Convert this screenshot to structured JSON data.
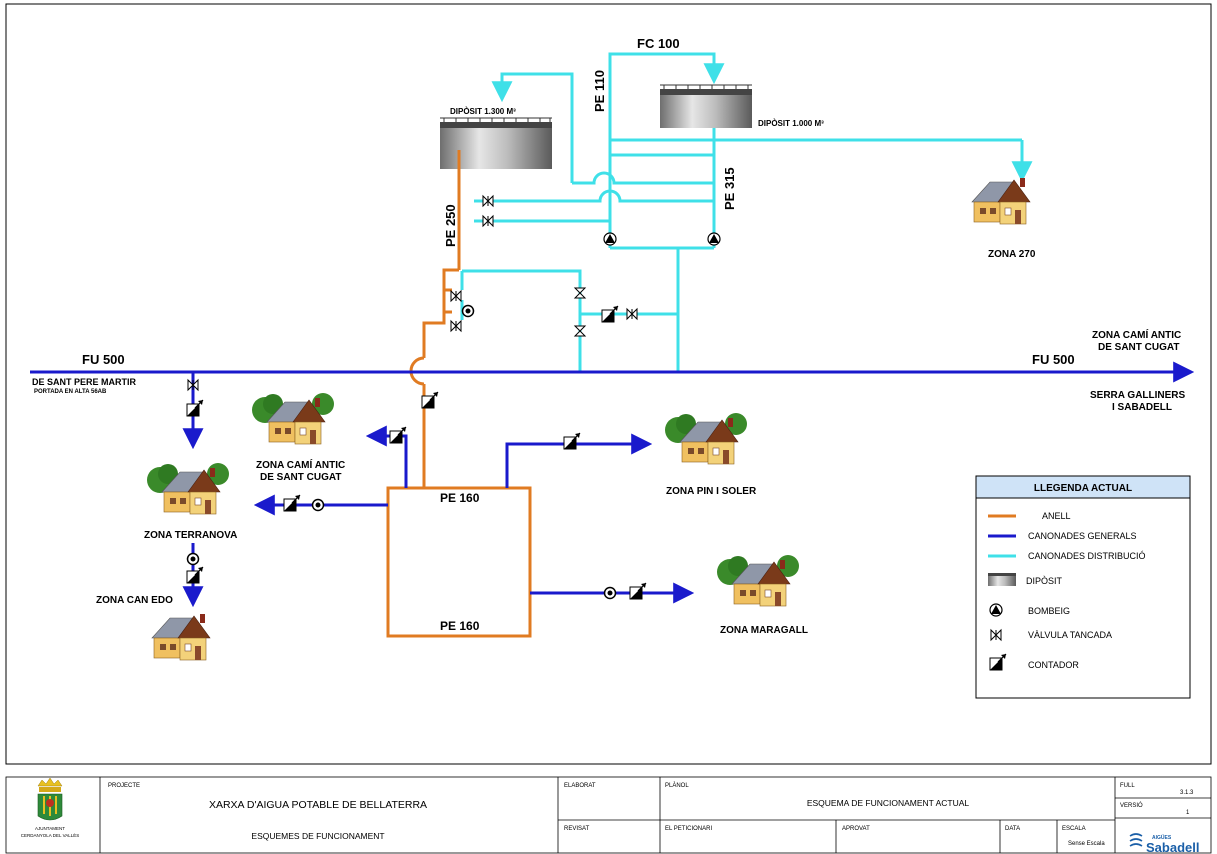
{
  "tanks": {
    "d1300": "DIPÒSIT 1.300 M³",
    "d1000": "DIPÒSIT 1.000 M³"
  },
  "pipes": {
    "fc100": "FC 100",
    "pe110": "PE 110",
    "pe315": "PE 315",
    "pe250": "PE 250",
    "fu500_left": "FU 500",
    "fu500_right": "FU 500",
    "pe160_top": "PE 160",
    "pe160_bottom": "PE 160"
  },
  "places": {
    "sant_pere": "DE SANT PERE MARTIR",
    "portada": "PORTADA EN ALTA 56AB",
    "cami_antic_right_1": "ZONA CAMÍ ANTIC",
    "cami_antic_right_2": "DE SANT CUGAT",
    "serra_1": "SERRA GALLINERS",
    "serra_2": "I SABADELL"
  },
  "zones": {
    "z270": "ZONA 270",
    "cami_antic_1": "ZONA CAMÍ ANTIC",
    "cami_antic_2": "DE SANT CUGAT",
    "terranova": "ZONA TERRANOVA",
    "can_edo": "ZONA CAN EDO",
    "pin_soler": "ZONA PIN I SOLER",
    "maragall": "ZONA MARAGALL"
  },
  "legend": {
    "title": "LLEGENDA ACTUAL",
    "items": [
      {
        "label": "ANELL",
        "color": "#e07b22"
      },
      {
        "label": "CANONADES GENERALS",
        "color": "#1a1acc"
      },
      {
        "label": "CANONADES DISTRIBUCIÓ",
        "color": "#3fe0e8"
      },
      {
        "label": "DIPÒSIT"
      },
      {
        "label": "BOMBEIG"
      },
      {
        "label": "VÀLVULA TANCADA"
      },
      {
        "label": "CONTADOR"
      }
    ]
  },
  "colors": {
    "orange": "#e07b22",
    "blue": "#1a1acc",
    "cyan": "#3fe0e8",
    "legend_header": "#cfe3f7"
  },
  "title_block": {
    "org_1": "AJUNTAMENT",
    "org_2": "CERDANYOLA DEL VALLÈS",
    "projecte_label": "PROJECTE",
    "projecte_title": "XARXA D'AIGUA POTABLE DE BELLATERRA",
    "projecte_sub": "ESQUEMES DE FUNCIONAMENT",
    "elaborat_label": "ELABORAT",
    "revisat_label": "REVISAT",
    "planol_label": "PLÀNOL",
    "planol_title": "ESQUEMA DE FUNCIONAMENT ACTUAL",
    "peticionari_label": "EL PETICIONARI",
    "aprovat_label": "APROVAT",
    "data_label": "DATA",
    "escala_label": "ESCALA",
    "escala_value": "Sense Escala",
    "full_label": "FULL",
    "full_value": "3.1.3",
    "versio_label": "VERSIÓ",
    "versio_value": "1",
    "brand_small": "AIGÜES",
    "brand": "Sabadell"
  }
}
